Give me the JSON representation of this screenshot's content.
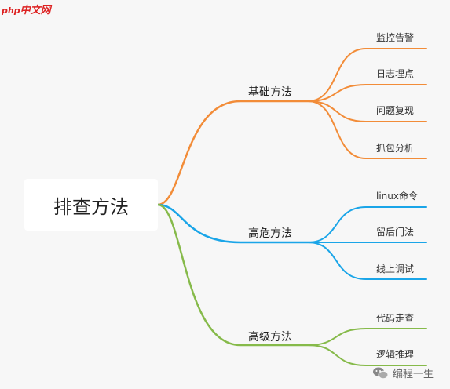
{
  "logo": {
    "php": "php",
    "cn": "中文网"
  },
  "root": "排查方法",
  "branches": [
    {
      "label": "基础方法",
      "color": "#f28c38",
      "leaves": [
        "监控告警",
        "日志埋点",
        "问题复现",
        "抓包分析"
      ]
    },
    {
      "label": "高危方法",
      "color": "#1aa5e8",
      "leaves": [
        "linux命令",
        "留后门法",
        "线上调试"
      ]
    },
    {
      "label": "高级方法",
      "color": "#86ba4a",
      "leaves": [
        "代码走查",
        "逻辑推理"
      ]
    }
  ],
  "watermark": {
    "text": "编程一生",
    "icon": "wechat-icon"
  }
}
